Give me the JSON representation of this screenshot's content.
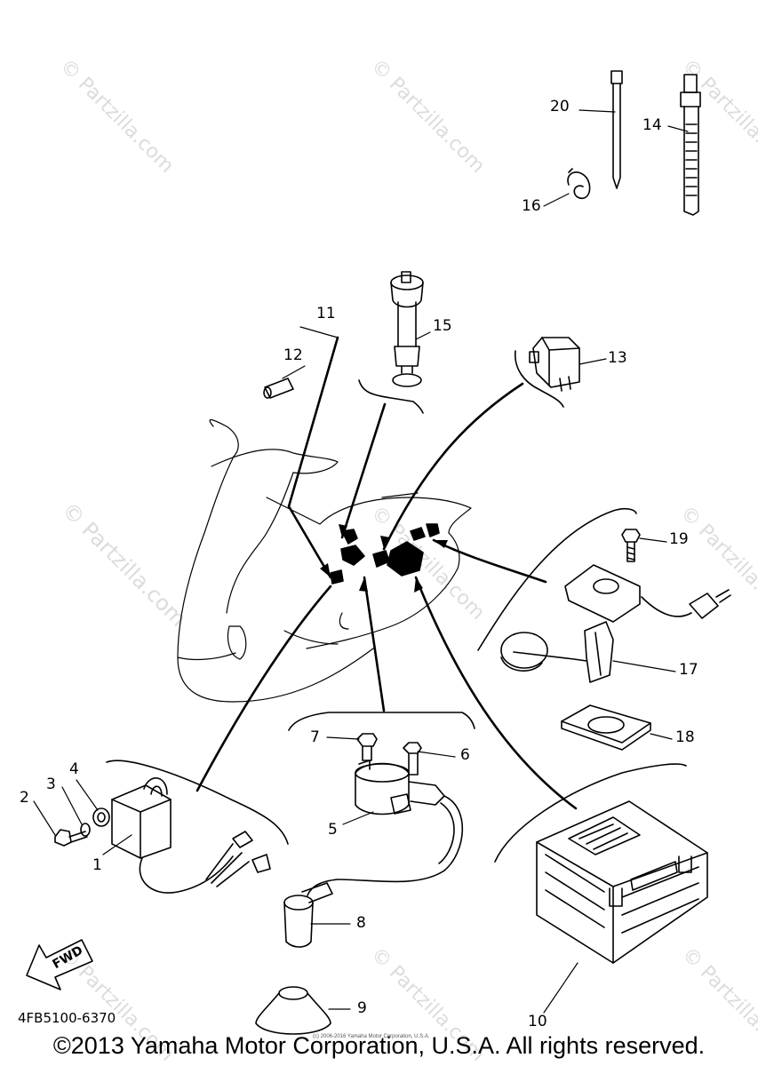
{
  "watermark": "© Partzilla.com",
  "callouts": {
    "c1": "1",
    "c2": "2",
    "c3": "3",
    "c4": "4",
    "c5": "5",
    "c6": "6",
    "c7": "7",
    "c8": "8",
    "c9": "9",
    "c10": "10",
    "c11": "11",
    "c12": "12",
    "c13": "13",
    "c14": "14",
    "c15": "15",
    "c16": "16",
    "c17": "17",
    "c18": "18",
    "c19": "19",
    "c20": "20"
  },
  "fwd_label": "FWD",
  "part_code": "4FB5100-6370",
  "fine_print": "(c) 2006-2016 Yamaha Motor Corporation, U.S.A.",
  "copyright": "©2013 Yamaha Motor Corporation, U.S.A. All rights reserved."
}
